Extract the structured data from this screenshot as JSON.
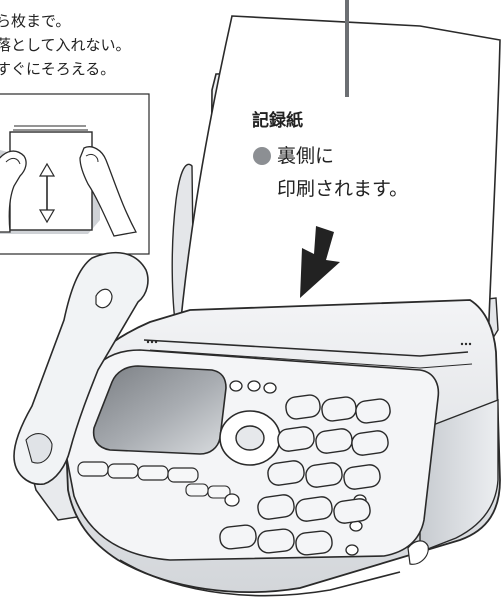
{
  "instructions": {
    "line1": "ら枚まで。",
    "line2": "落として入れない。",
    "line3": "すぐにそろえる。"
  },
  "callout": {
    "title": "記録紙",
    "bullet": "●",
    "line1": "裏側に",
    "line2": "印刷されます。"
  },
  "colors": {
    "outline": "#2a2a2a",
    "body_light": "#eef0f2",
    "body_mid": "#d7dadf",
    "body_dark": "#9aa0a6",
    "display": "#8d9196",
    "bullet": "#8c8f93",
    "arrow": "#222222"
  },
  "icons": {
    "feed_arrow": "down-arrow-icon",
    "stack_arrow": "up-down-arrow-icon"
  }
}
